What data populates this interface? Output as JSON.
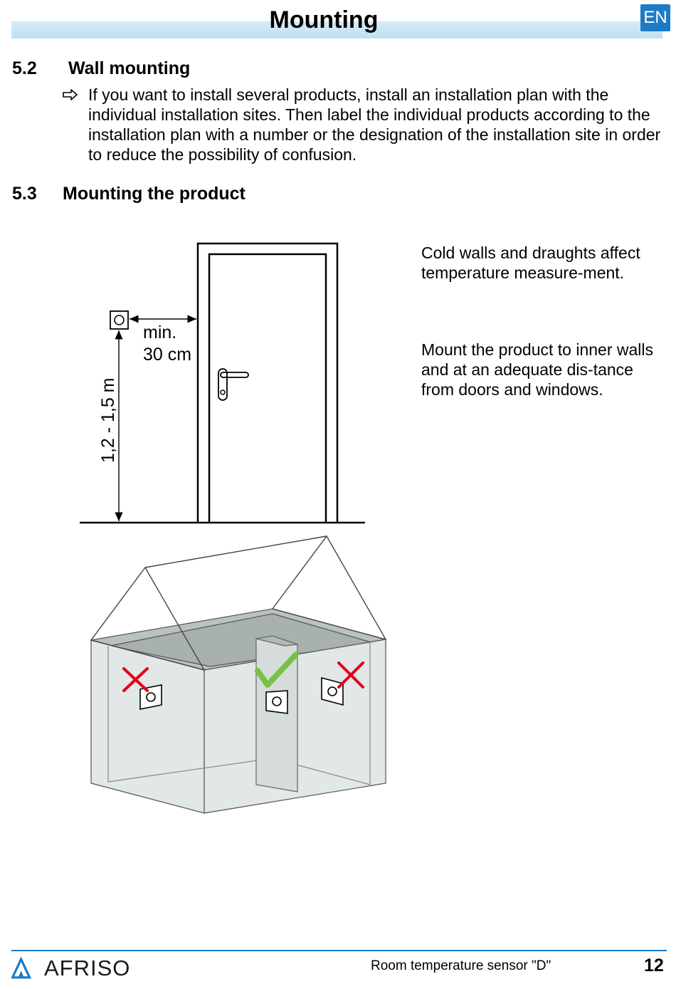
{
  "header": {
    "title": "Mounting",
    "lang": "EN"
  },
  "section_52": {
    "number": "5.2",
    "title": "Wall mounting",
    "text": "If you want to install several products, install an installation plan with the individual installation sites. Then label the individual products according to the installation plan with a number or the designation of the installation site in order to reduce the possibility of confusion."
  },
  "section_53": {
    "number": "5.3",
    "title": "Mounting the product"
  },
  "figure": {
    "min_label": "min.",
    "distance_label": "30 cm",
    "height_label": "1,2 - 1,5 m",
    "colors": {
      "cross": "#e2001a",
      "check": "#7ac143",
      "room": "#dfe5e5"
    }
  },
  "side_notes": {
    "note1": "Cold walls and draughts affect temperature measure-ment.",
    "note2": "Mount the product to inner walls and at an adequate dis-tance from doors and windows."
  },
  "footer": {
    "brand": "AFRISO",
    "doc_title": "Room temperature sensor \"D\"",
    "page": "12"
  }
}
